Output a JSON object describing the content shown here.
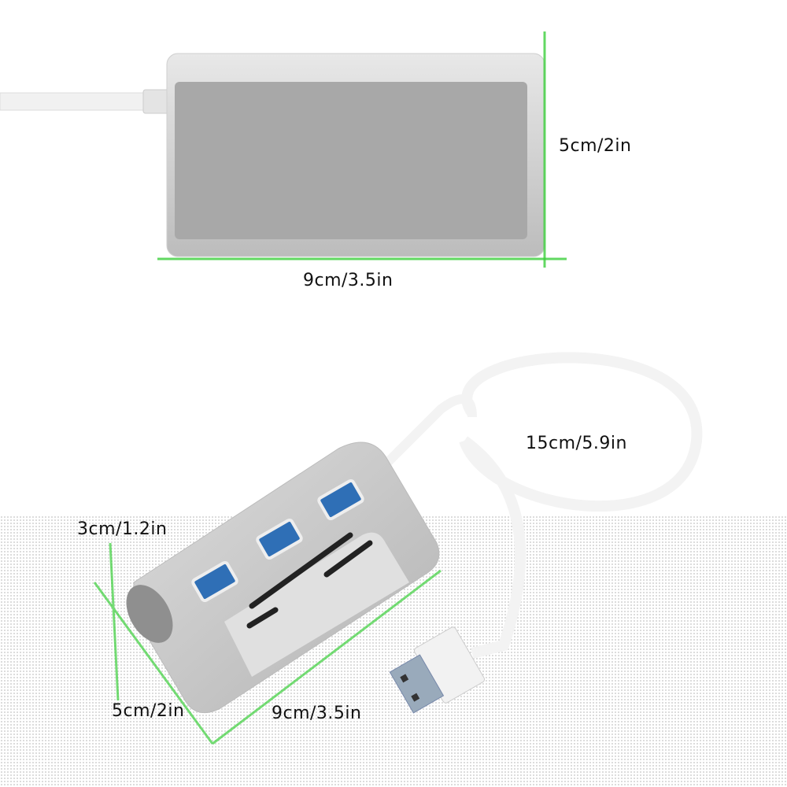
{
  "top_view": {
    "height_label": "5cm/2in",
    "width_label": "9cm/3.5in"
  },
  "angled_view": {
    "cable_label": "15cm/5.9in",
    "height_label": "3cm/1.2in",
    "depth_label": "5cm/2in",
    "width_label": "9cm/3.5in"
  },
  "colors": {
    "guide": "#3ccf3c",
    "body": "#c8c8c8",
    "panel": "#a9a9a9",
    "usb_port": "#2f6fb6"
  }
}
